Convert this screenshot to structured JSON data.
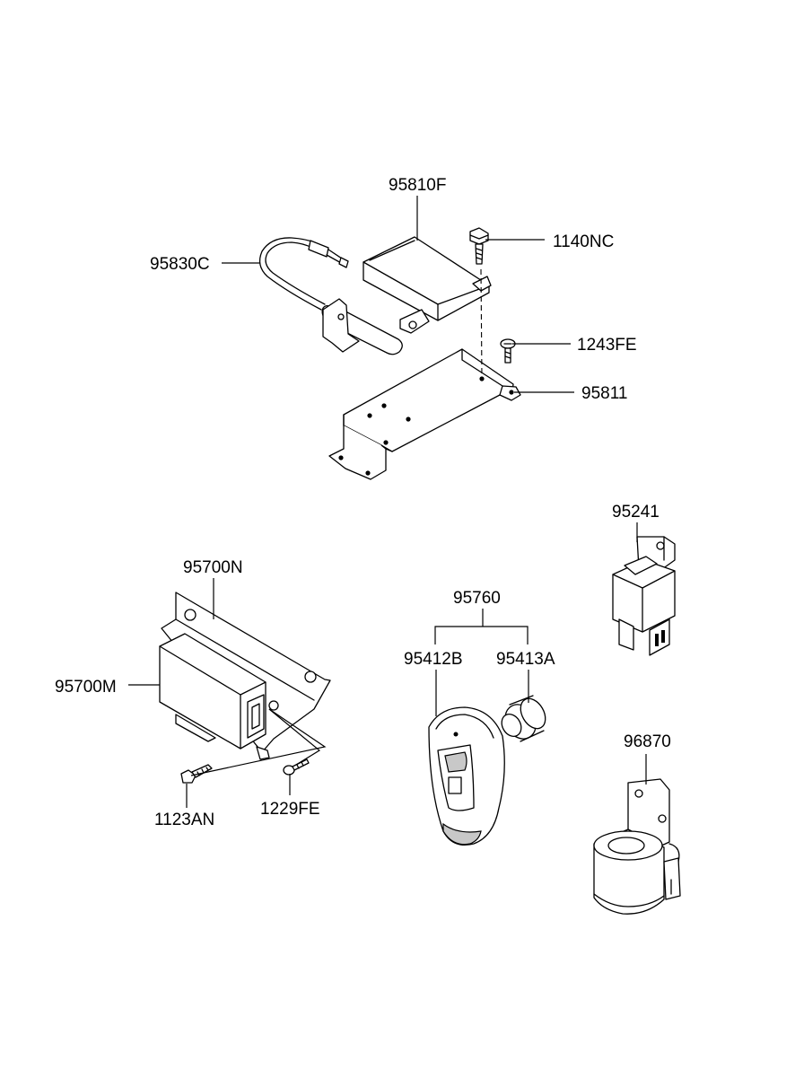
{
  "labels": {
    "p95810F": "95810F",
    "p1140NC": "1140NC",
    "p95830C": "95830C",
    "p1243FE": "1243FE",
    "p95811": "95811",
    "p95241": "95241",
    "p95700N": "95700N",
    "p95760": "95760",
    "p95412B": "95412B",
    "p95413A": "95413A",
    "p95700M": "95700M",
    "p96870": "96870",
    "p1123AN": "1123AN",
    "p1229FE": "1229FE"
  }
}
